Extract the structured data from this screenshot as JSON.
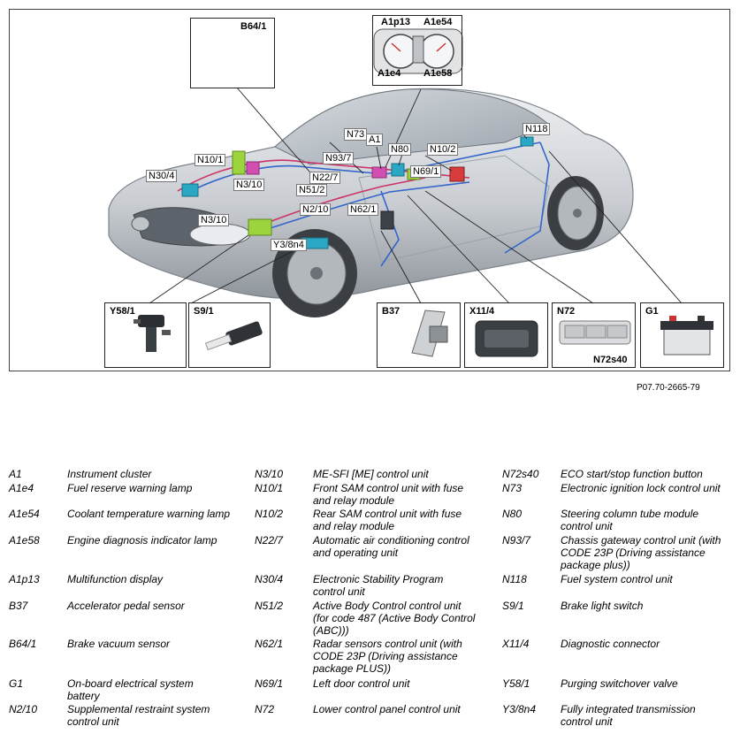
{
  "figure": {
    "reference_code": "P07.70-2665-79",
    "box_captions": {
      "b64_1": "B64/1",
      "y58_1": "Y58/1",
      "s9_1": "S9/1",
      "b37": "B37",
      "x11_4": "X11/4",
      "n72": "N72",
      "n72s40": "N72s40",
      "g1": "G1"
    },
    "cluster_labels": {
      "a1p13": "A1p13",
      "a1e54": "A1e54",
      "a1e4": "A1e4",
      "a1e58": "A1e58"
    },
    "callouts": {
      "n73": "N73",
      "a1": "A1",
      "n80": "N80",
      "n10_2": "N10/2",
      "n118": "N118",
      "n93_7": "N93/7",
      "n10_1": "N10/1",
      "n22_7": "N22/7",
      "n69_1": "N69/1",
      "n30_4": "N30/4",
      "n3_10_top": "N3/10",
      "n51_2": "N51/2",
      "n2_10": "N2/10",
      "n62_1": "N62/1",
      "n3_10_bottom": "N3/10",
      "y3_8n4": "Y3/8n4"
    }
  },
  "legend": {
    "columns": [
      [
        {
          "code": "A1",
          "desc": "Instrument cluster"
        },
        {
          "code": "A1e4",
          "desc": "Fuel reserve warning lamp"
        },
        {
          "code": "A1e54",
          "desc": "Coolant temperature warning lamp"
        },
        {
          "code": "A1e58",
          "desc": "Engine diagnosis indicator lamp"
        },
        {
          "code": "A1p13",
          "desc": "Multifunction display"
        },
        {
          "code": "B37",
          "desc": "Accelerator pedal sensor"
        },
        {
          "code": "B64/1",
          "desc": "Brake vacuum sensor"
        },
        {
          "code": "G1",
          "desc": "On-board electrical system battery"
        },
        {
          "code": "N2/10",
          "desc": "Supplemental restraint system control unit"
        }
      ],
      [
        {
          "code": "N3/10",
          "desc": "ME-SFI [ME] control unit"
        },
        {
          "code": "N10/1",
          "desc": "Front SAM control unit with fuse and relay module"
        },
        {
          "code": "N10/2",
          "desc": "Rear SAM control unit with fuse and relay module"
        },
        {
          "code": "N22/7",
          "desc": "Automatic air conditioning control and operating unit"
        },
        {
          "code": "N30/4",
          "desc": "Electronic Stability Program control unit"
        },
        {
          "code": "N51/2",
          "desc": "Active Body Control control unit (for code 487 (Active Body Control (ABC)))"
        },
        {
          "code": "N62/1",
          "desc": "Radar sensors control unit (with CODE 23P (Driving assistance package PLUS))"
        },
        {
          "code": "N69/1",
          "desc": "Left door control unit"
        },
        {
          "code": "N72",
          "desc": "Lower control panel control unit"
        }
      ],
      [
        {
          "code": "N72s40",
          "desc": "ECO start/stop function button"
        },
        {
          "code": "N73",
          "desc": "Electronic ignition lock control unit"
        },
        {
          "code": "N80",
          "desc": "Steering column tube module control unit"
        },
        {
          "code": "N93/7",
          "desc": "Chassis gateway control unit (with CODE 23P (Driving assistance package plus))"
        },
        {
          "code": "N118",
          "desc": "Fuel system control unit"
        },
        {
          "code": "S9/1",
          "desc": "Brake light switch"
        },
        {
          "code": "X11/4",
          "desc": "Diagnostic connector"
        },
        {
          "code": "Y58/1",
          "desc": "Purging switchover valve"
        },
        {
          "code": "Y3/8n4",
          "desc": "Fully integrated transmission control unit"
        }
      ]
    ]
  }
}
